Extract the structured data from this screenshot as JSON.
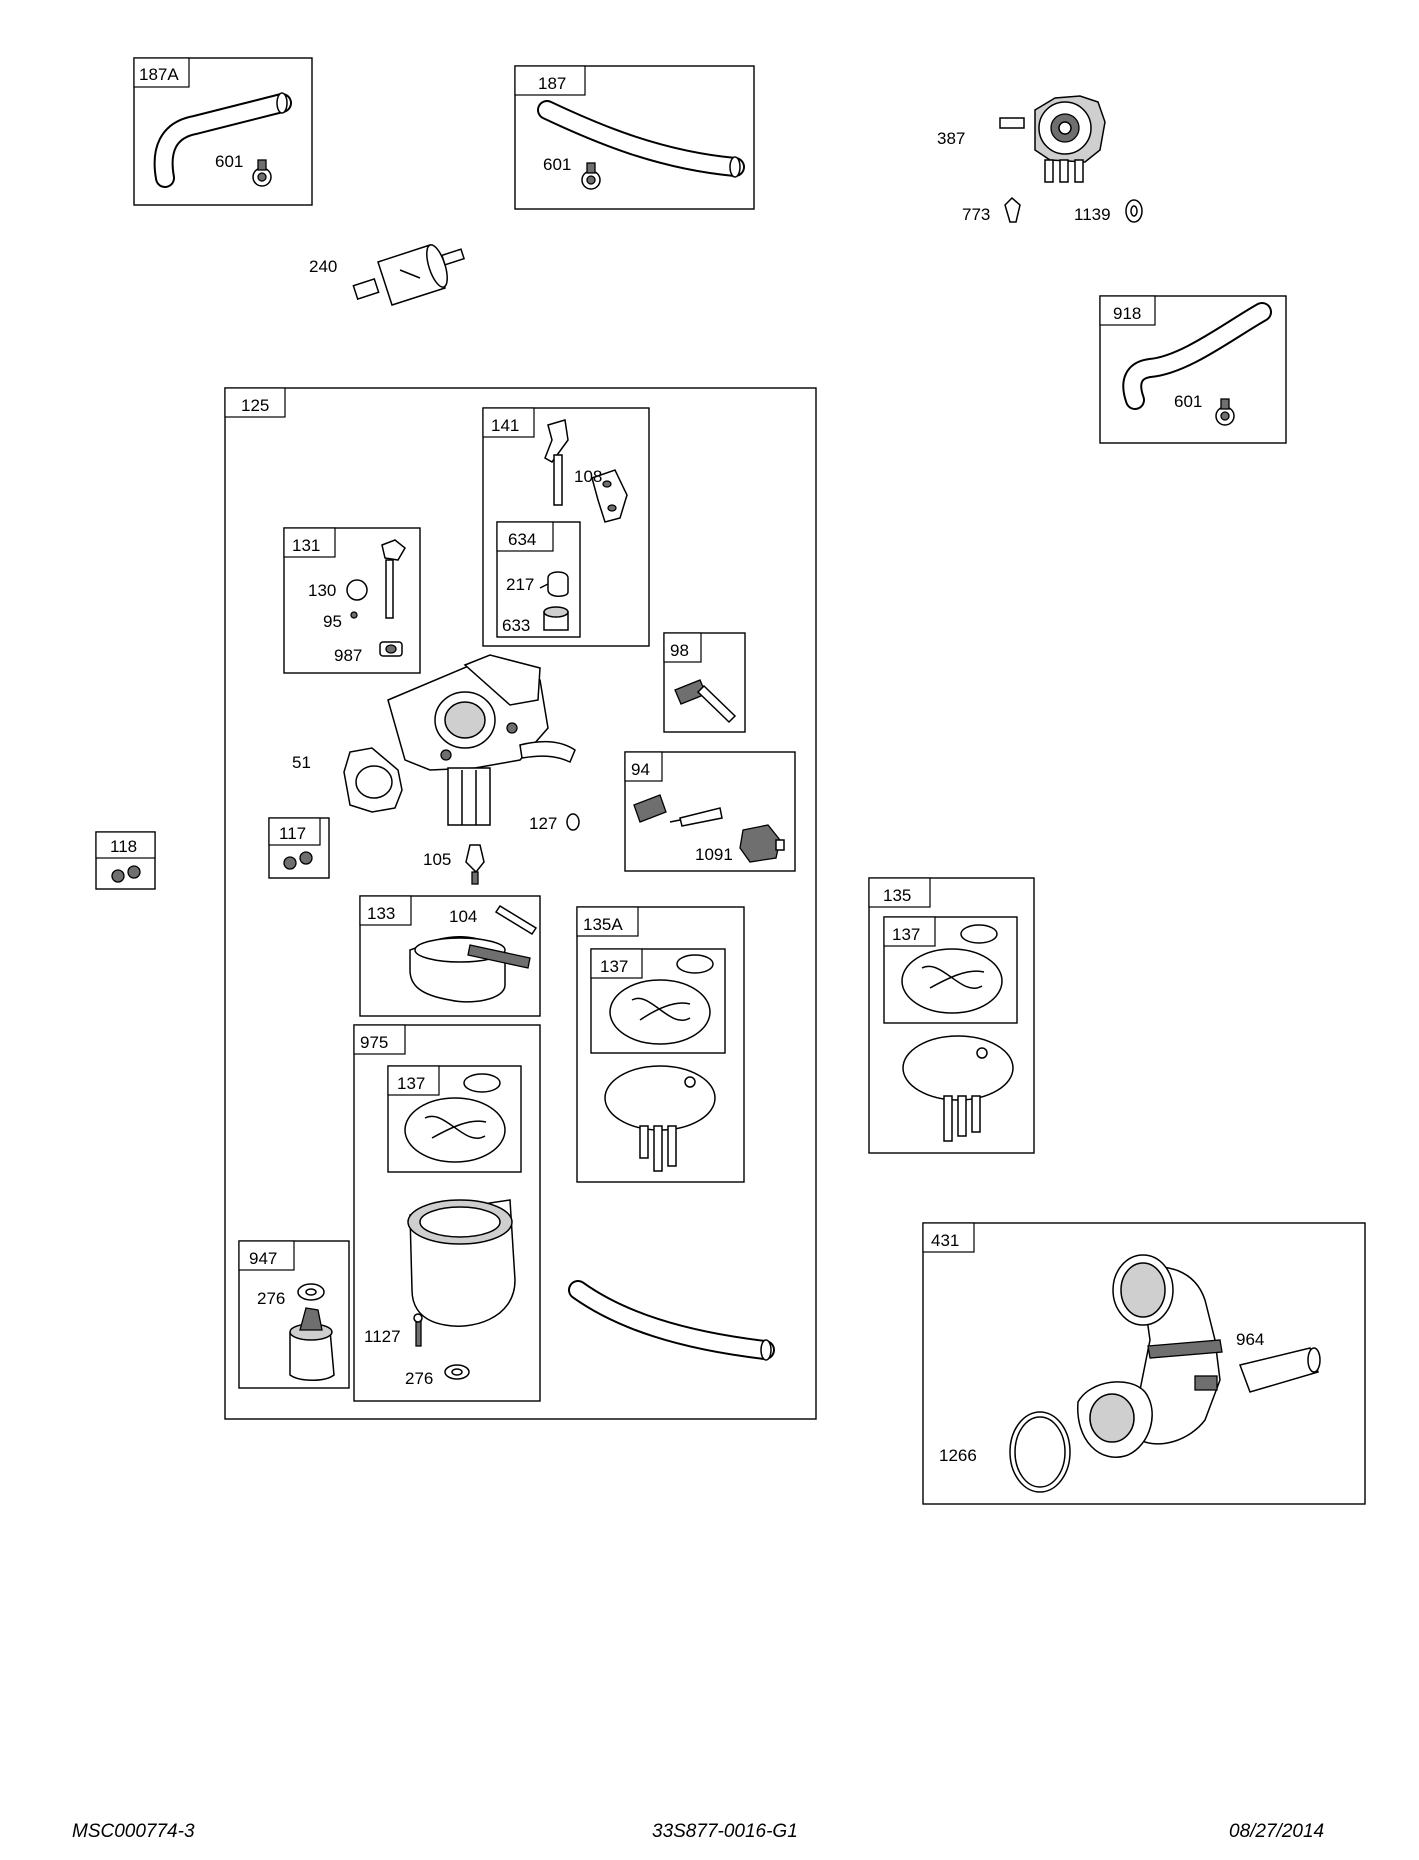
{
  "boxes": {
    "b187A": "187A",
    "b187": "187",
    "b918": "918",
    "b125": "125",
    "b141": "141",
    "b634": "634",
    "b131": "131",
    "b98": "98",
    "b94": "94",
    "b118": "118",
    "b117": "117",
    "b133": "133",
    "b135A": "135A",
    "b137a": "137",
    "b975": "975",
    "b137b": "137",
    "b947": "947",
    "b135": "135",
    "b137c": "137",
    "b431": "431"
  },
  "parts": {
    "p601a": "601",
    "p601b": "601",
    "p601c": "601",
    "p387": "387",
    "p773": "773",
    "p1139": "1139",
    "p240": "240",
    "p108": "108",
    "p217": "217",
    "p633": "633",
    "p130": "130",
    "p95": "95",
    "p987": "987",
    "p51": "51",
    "p127": "127",
    "p105": "105",
    "p1091": "1091",
    "p104": "104",
    "p276a": "276",
    "p1127": "1127",
    "p276b": "276",
    "p964": "964",
    "p1266": "1266"
  },
  "footer": {
    "left": "MSC000774-3",
    "center": "33S877-0016-G1",
    "right": "08/27/2014"
  }
}
